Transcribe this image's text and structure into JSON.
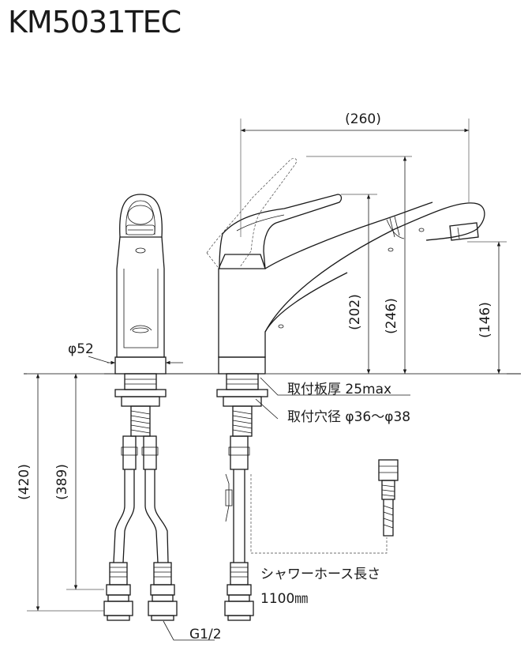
{
  "title": "KM5031TEC",
  "dimensions": {
    "reach": "(260)",
    "height_202": "(202)",
    "height_246": "(246)",
    "height_146": "(146)",
    "body_diameter": "φ52",
    "below_420": "(420)",
    "below_389": "(389)"
  },
  "notes": {
    "plate_thickness": "取付板厚 25max",
    "hole_diameter": "取付穴径 φ36～φ38",
    "hose_length_label": "シャワーホース長さ",
    "hose_length_value": "1100㎜",
    "thread": "G1/2"
  }
}
